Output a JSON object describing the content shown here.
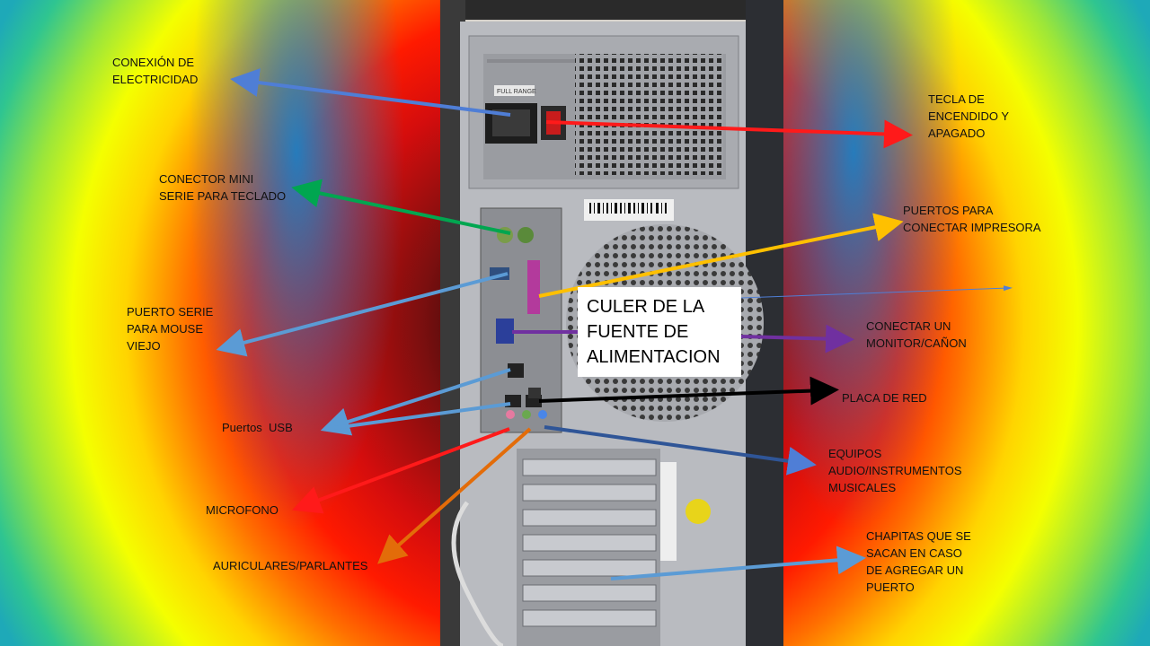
{
  "labels": {
    "conexion_electricidad": "CONEXIÓN DE\nELECTRICIDAD",
    "tecla_encendido": "TECLA DE\nENCENDIDO Y\nAPAGADO",
    "conector_mini_serie": "CONECTOR MINI\nSERIE PARA TECLADO",
    "puertos_impresora": "PUERTOS PARA\nCONECTAR IMPRESORA",
    "puerto_serie_mouse": "PUERTO SERIE\nPARA MOUSE\nVIEJO",
    "conectar_monitor": "CONECTAR UN\nMONITOR/CAÑON",
    "placa_red": "PLACA DE RED",
    "puertos_usb": "Puertos  USB",
    "equipos_audio": "EQUIPOS\nAUDIO/INSTRUMENTOS\nMUSICALES",
    "microfono": "MICROFONO",
    "auriculares": "AURICULARES/PARLANTES",
    "chapitas": "CHAPITAS QUE SE\nSACAN EN CASO\nDE AGREGAR UN\nPUERTO"
  },
  "callout": "CULER DE LA\nFUENTE DE\nALIMENTACION",
  "photo_text": {
    "full_range": "FULL RANGE"
  },
  "colors": {
    "blue_arrow": "#4f7ed6",
    "red_arrow": "#ff1a1a",
    "green_arrow": "#00a650",
    "yellow_arrow": "#ffc000",
    "purple_arrow": "#7030a0",
    "black_arrow": "#000000",
    "orange_arrow": "#e36c09",
    "light_blue_arrow": "#5b9bd5"
  }
}
